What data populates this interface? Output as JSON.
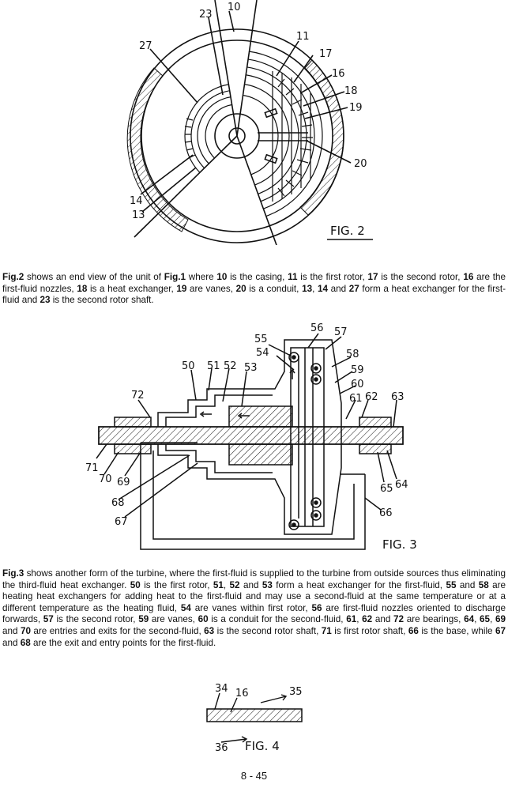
{
  "fig2": {
    "caption": "FIG. 2",
    "labels": {
      "l10": "10",
      "l23": "23",
      "l27": "27",
      "l11": "11",
      "l17": "17",
      "l16": "16",
      "l18": "18",
      "l19": "19",
      "l20": "20",
      "l14": "14",
      "l13": "13"
    }
  },
  "fig3": {
    "caption": "FIG. 3",
    "labels": {
      "l55": "55",
      "l56": "56",
      "l57": "57",
      "l54": "54",
      "l58": "58",
      "l59": "59",
      "l60": "60",
      "l50": "50",
      "l51": "51",
      "l52": "52",
      "l53": "53",
      "l72": "72",
      "l61": "61",
      "l62": "62",
      "l63": "63",
      "l71": "71",
      "l70": "70",
      "l69": "69",
      "l65": "65",
      "l64": "64",
      "l68": "68",
      "l67": "67",
      "l66": "66"
    }
  },
  "fig4": {
    "caption": "FIG. 4",
    "labels": {
      "l34": "34",
      "l16": "16",
      "l35": "35",
      "l36": "36"
    }
  },
  "para2": [
    {
      "t": "Fig.2",
      "b": true
    },
    {
      "t": " shows an end view of the unit of ",
      "b": false
    },
    {
      "t": "Fig.1",
      "b": true
    },
    {
      "t": " where ",
      "b": false
    },
    {
      "t": "10",
      "b": true
    },
    {
      "t": " is the casing, ",
      "b": false
    },
    {
      "t": "11",
      "b": true
    },
    {
      "t": " is the first rotor, ",
      "b": false
    },
    {
      "t": "17",
      "b": true
    },
    {
      "t": " is the second rotor, ",
      "b": false
    },
    {
      "t": "16",
      "b": true
    },
    {
      "t": " are the first-fluid nozzles, ",
      "b": false
    },
    {
      "t": "18",
      "b": true
    },
    {
      "t": " is a heat exchanger, ",
      "b": false
    },
    {
      "t": "19",
      "b": true
    },
    {
      "t": " are vanes, ",
      "b": false
    },
    {
      "t": "20",
      "b": true
    },
    {
      "t": " is a conduit, ",
      "b": false
    },
    {
      "t": "13",
      "b": true
    },
    {
      "t": ", ",
      "b": false
    },
    {
      "t": "14",
      "b": true
    },
    {
      "t": " and ",
      "b": false
    },
    {
      "t": "27",
      "b": true
    },
    {
      "t": " form a heat exchanger for the first-fluid and ",
      "b": false
    },
    {
      "t": "23",
      "b": true
    },
    {
      "t": " is the second rotor shaft.",
      "b": false
    }
  ],
  "para3": [
    {
      "t": "Fig.3",
      "b": true
    },
    {
      "t": " shows another form of the turbine, where the first-fluid is supplied to the turbine from outside sources thus eliminating the third-fluid heat exchanger.  ",
      "b": false
    },
    {
      "t": "50",
      "b": true
    },
    {
      "t": " is the first rotor, ",
      "b": false
    },
    {
      "t": "51",
      "b": true
    },
    {
      "t": ", ",
      "b": false
    },
    {
      "t": "52",
      "b": true
    },
    {
      "t": " and ",
      "b": false
    },
    {
      "t": "53",
      "b": true
    },
    {
      "t": " form a heat exchanger for the first-fluid, ",
      "b": false
    },
    {
      "t": "55",
      "b": true
    },
    {
      "t": " and ",
      "b": false
    },
    {
      "t": "58",
      "b": true
    },
    {
      "t": " are heating heat exchangers for adding heat to the first-fluid and may use a second-fluid at the same temperature or at a different temperature as the heating fluid, ",
      "b": false
    },
    {
      "t": "54",
      "b": true
    },
    {
      "t": " are vanes within first rotor, ",
      "b": false
    },
    {
      "t": "56",
      "b": true
    },
    {
      "t": " are first-fluid nozzles oriented to discharge forwards, ",
      "b": false
    },
    {
      "t": "57",
      "b": true
    },
    {
      "t": " is the second rotor, ",
      "b": false
    },
    {
      "t": "59",
      "b": true
    },
    {
      "t": " are vanes, ",
      "b": false
    },
    {
      "t": "60",
      "b": true
    },
    {
      "t": " is a conduit for the second-fluid, ",
      "b": false
    },
    {
      "t": "61",
      "b": true
    },
    {
      "t": ", ",
      "b": false
    },
    {
      "t": "62",
      "b": true
    },
    {
      "t": " and ",
      "b": false
    },
    {
      "t": "72",
      "b": true
    },
    {
      "t": " are bearings, ",
      "b": false
    },
    {
      "t": "64",
      "b": true
    },
    {
      "t": ", ",
      "b": false
    },
    {
      "t": "65",
      "b": true
    },
    {
      "t": ", ",
      "b": false
    },
    {
      "t": "69",
      "b": true
    },
    {
      "t": " and ",
      "b": false
    },
    {
      "t": "70",
      "b": true
    },
    {
      "t": " are entries and exits for the second-fluid, ",
      "b": false
    },
    {
      "t": "63",
      "b": true
    },
    {
      "t": " is the second rotor shaft, ",
      "b": false
    },
    {
      "t": "71",
      "b": true
    },
    {
      "t": " is first rotor shaft, ",
      "b": false
    },
    {
      "t": "66",
      "b": true
    },
    {
      "t": " is the base, while ",
      "b": false
    },
    {
      "t": "67",
      "b": true
    },
    {
      "t": " and ",
      "b": false
    },
    {
      "t": "68",
      "b": true
    },
    {
      "t": " are the exit and entry points for the first-fluid.",
      "b": false
    }
  ],
  "page_number": "8 - 45"
}
